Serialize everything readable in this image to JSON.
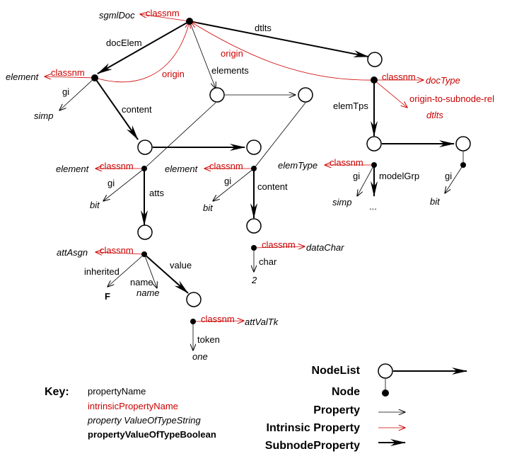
{
  "labels": {
    "sgml_doc": "sgmlDoc",
    "classnm": "classnm",
    "doc_elem": "docElem",
    "dtlts": "dtlts",
    "origin": "origin",
    "element": "element",
    "elements": "elements",
    "gi": "gi",
    "simp": "simp",
    "content": "content",
    "bit": "bit",
    "atts": "atts",
    "doc_type": "docType",
    "origin_to_subnode_rel": "origin-to-subnode-rel",
    "elem_tps": "elemTps",
    "elem_type": "elemType",
    "model_grp": "modelGrp",
    "ellipsis": "...",
    "data_char": "dataChar",
    "char": "char",
    "two": "2",
    "att_asgn": "attAsgn",
    "inherited": "inherited",
    "value": "value",
    "name": "name",
    "f_value": "F",
    "att_val_tk": "attValTk",
    "token": "token",
    "one": "one"
  },
  "key": {
    "title": "Key:",
    "property_name": "propertyName",
    "intrinsic_property_name": "intrinsicPropertyName",
    "property_value_string": "property ValueOfTypeString",
    "property_value_boolean": "propertyValueOfTypeBoolean"
  },
  "legend": {
    "node_list": "NodeList",
    "node": "Node",
    "property": "Property",
    "intrinsic_property": "Intrinsic Property",
    "subnode_property": "SubnodeProperty"
  },
  "colors": {
    "intrinsic": "#cc0000",
    "default": "#000000"
  }
}
